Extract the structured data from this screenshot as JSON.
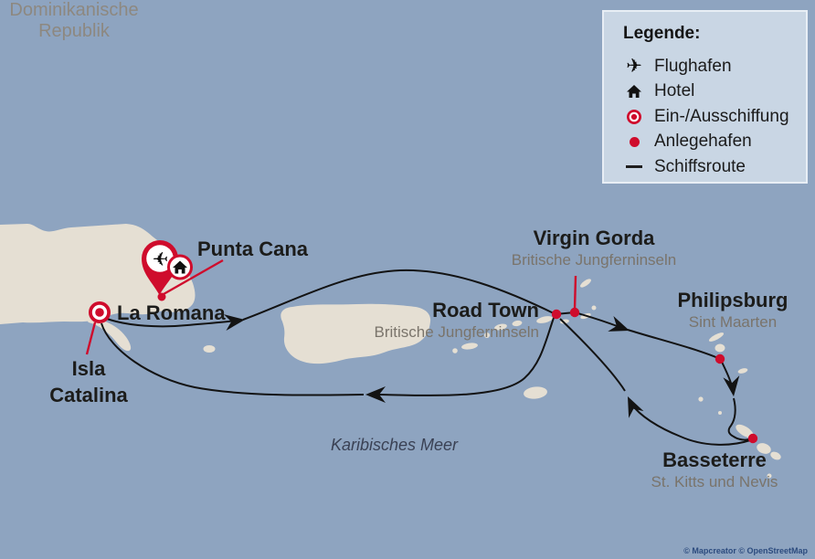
{
  "legend": {
    "title": "Legende:",
    "items": [
      {
        "icon": "airplane-icon",
        "label": "Flughafen"
      },
      {
        "icon": "house-icon",
        "label": "Hotel"
      },
      {
        "icon": "embark-ring-icon",
        "label": "Ein-/Ausschiffung"
      },
      {
        "icon": "port-dot-icon",
        "label": "Anlegehafen"
      },
      {
        "icon": "route-line-icon",
        "label": "Schiffsroute"
      }
    ]
  },
  "map": {
    "region": {
      "line1": "Dominikanische",
      "line2": "Republik"
    },
    "sea_label": "Karibisches Meer",
    "ports": {
      "punta_cana": {
        "name": "Punta Cana"
      },
      "la_romana": {
        "name": "La Romana"
      },
      "isla_catalina": {
        "line1": "Isla",
        "line2": "Catalina"
      },
      "road_town": {
        "name": "Road Town",
        "subtitle": "Britische Jungferninseln"
      },
      "virgin_gorda": {
        "name": "Virgin Gorda",
        "subtitle": "Britische Jungferninseln"
      },
      "philipsburg": {
        "name": "Philipsburg",
        "subtitle": "Sint Maarten"
      },
      "basseterre": {
        "name": "Basseterre",
        "subtitle": "St. Kitts und Nevis"
      }
    }
  },
  "attribution": "© Mapcreator © OpenStreetMap",
  "icons": {
    "airplane_glyph": "✈"
  },
  "colors": {
    "sea": "#8ea4c0",
    "land": "#e5dfd3",
    "accent_red": "#cf0c2c",
    "route_black": "#131313",
    "port_label": "#1c1c1a",
    "port_sublabel": "#7a746b",
    "region_label": "#8d8880",
    "legend_bg": "#c9d6e4"
  }
}
